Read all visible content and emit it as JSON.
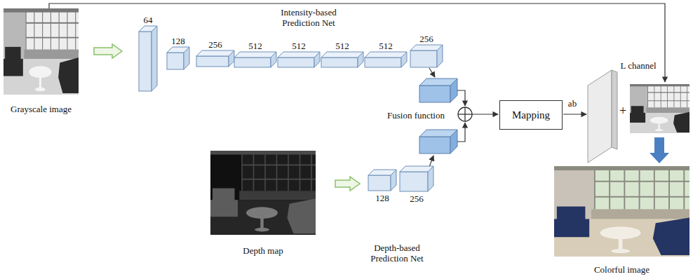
{
  "diagram": {
    "nodes": [
      {
        "text": [
          "Grayscale image"
        ]
      },
      {
        "text": [
          "64"
        ]
      },
      {
        "text": [
          "128"
        ]
      },
      {
        "text": [
          "256"
        ]
      },
      {
        "text": [
          "512"
        ]
      },
      {
        "text": [
          "512"
        ]
      },
      {
        "text": [
          "512"
        ]
      },
      {
        "text": [
          "512"
        ]
      },
      {
        "text": [
          "256"
        ]
      },
      {
        "text": [
          "Depth map"
        ]
      },
      {
        "text": [
          "128"
        ]
      },
      {
        "text": [
          "256"
        ]
      },
      {
        "text": [
          "Mapping"
        ]
      },
      {
        "text": [
          "Colorful image"
        ]
      }
    ],
    "edges": [
      {
        "from": 0,
        "to": 1,
        "arrow": "to"
      },
      {
        "from": 9,
        "to": 10,
        "arrow": "to"
      }
    ],
    "labels": [
      "Intensity-based Prediction Net",
      "Fusion function",
      "ab",
      "+",
      "L channel",
      "Depth-based Prediction Net"
    ]
  }
}
